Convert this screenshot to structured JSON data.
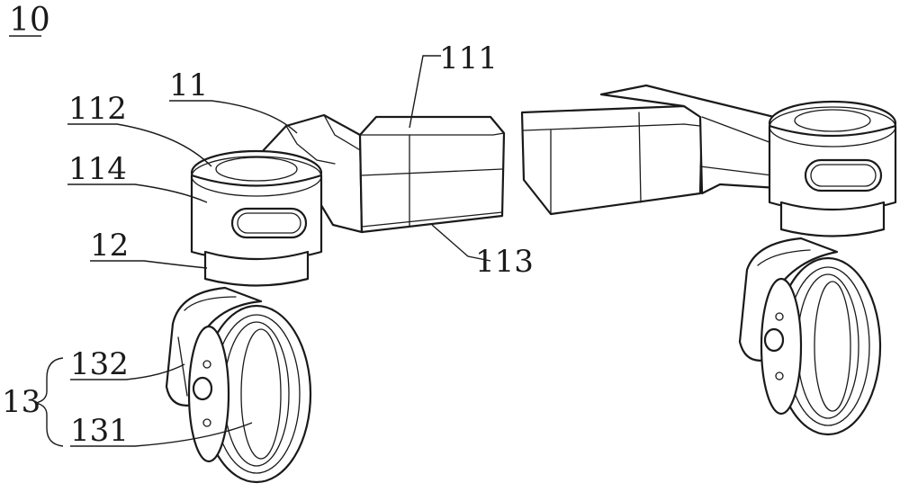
{
  "figure": {
    "label_10": "10",
    "label_111": "111",
    "label_11": "11",
    "label_112": "112",
    "label_114": "114",
    "label_113": "113",
    "label_12": "12",
    "label_13": "13",
    "label_132": "132",
    "label_131": "131"
  }
}
